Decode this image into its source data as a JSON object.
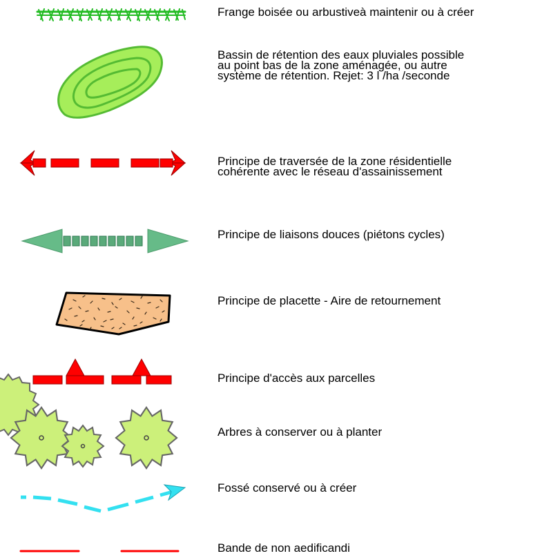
{
  "legend": {
    "items": [
      {
        "id": "frange",
        "label": "Frange boisée ou arbustiveà maintenir ou à créer",
        "symbol": "hedge-symbol",
        "color": "#33cc33"
      },
      {
        "id": "bassin",
        "label": "Bassin de rétention des eaux pluviales possible\nau point bas de la zone aménagée, ou autre\nsystème de rétention. Rejet: 3 l /ha /seconde",
        "symbol": "basin-symbol",
        "color": "#99ee44"
      },
      {
        "id": "traversee",
        "label": "Principe de traversée de la zone résidentielle\ncohérente avec le réseau d'assainissement",
        "symbol": "red-double-arrow-symbol",
        "color": "#ff0000"
      },
      {
        "id": "liaisons",
        "label": "Principe de liaisons douces (piétons cycles)",
        "symbol": "green-double-arrow-symbol",
        "color": "#66bb88"
      },
      {
        "id": "placette",
        "label": "Principe de placette - Aire de retournement",
        "symbol": "placette-symbol",
        "color": "#f7c08a"
      },
      {
        "id": "acces",
        "label": "Principe d'accès aux parcelles",
        "symbol": "access-symbol",
        "color": "#ff0000"
      },
      {
        "id": "arbres",
        "label": "Arbres à conserver ou à planter",
        "symbol": "tree-symbol",
        "color": "#ccf07a"
      },
      {
        "id": "fosse",
        "label": "Fossé conservé ou à créer",
        "symbol": "ditch-symbol",
        "color": "#33e0f0"
      },
      {
        "id": "bande",
        "label": "Bande de non aedificandi",
        "symbol": "setback-line-symbol",
        "color": "#ff0000"
      }
    ]
  }
}
